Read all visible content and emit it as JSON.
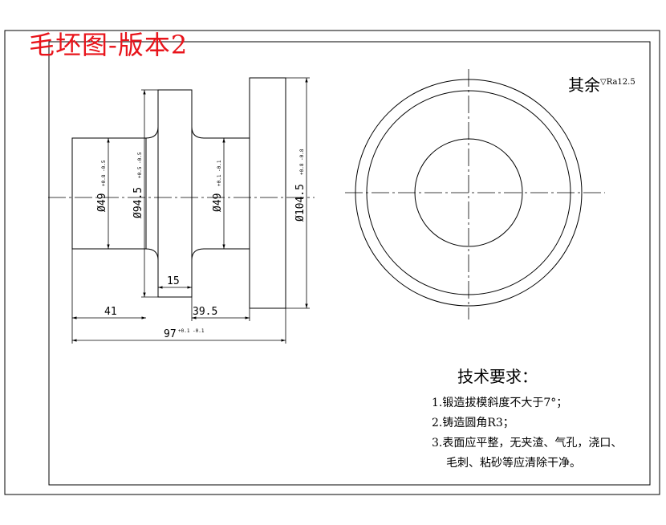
{
  "title": "毛坯图-版本2",
  "roughness": {
    "label": "其余",
    "symbol": "▽",
    "value": "Ra12.5"
  },
  "dimensions": {
    "d1": "Ø49",
    "d1_tol": "+0.8 -0.5",
    "d2": "Ø94.5",
    "d2_tol": "+0.5 -0.5",
    "d3": "Ø49",
    "d3_tol": "+0.1 -0.1",
    "d4": "Ø104.5",
    "d4_tol": "+0.8 -0.8",
    "w_hub": "15",
    "l1": "41",
    "l2": "39.5",
    "total": "97",
    "total_tol": "+0.1 -0.1"
  },
  "tech": {
    "title": "技术要求：",
    "items": [
      "1.锻造拔模斜度不大于7°；",
      "2.铸造圆角R3；",
      "3.表面应平整，无夹渣、气孔，浇口、",
      "毛刺、粘砂等应清除干净。"
    ]
  }
}
